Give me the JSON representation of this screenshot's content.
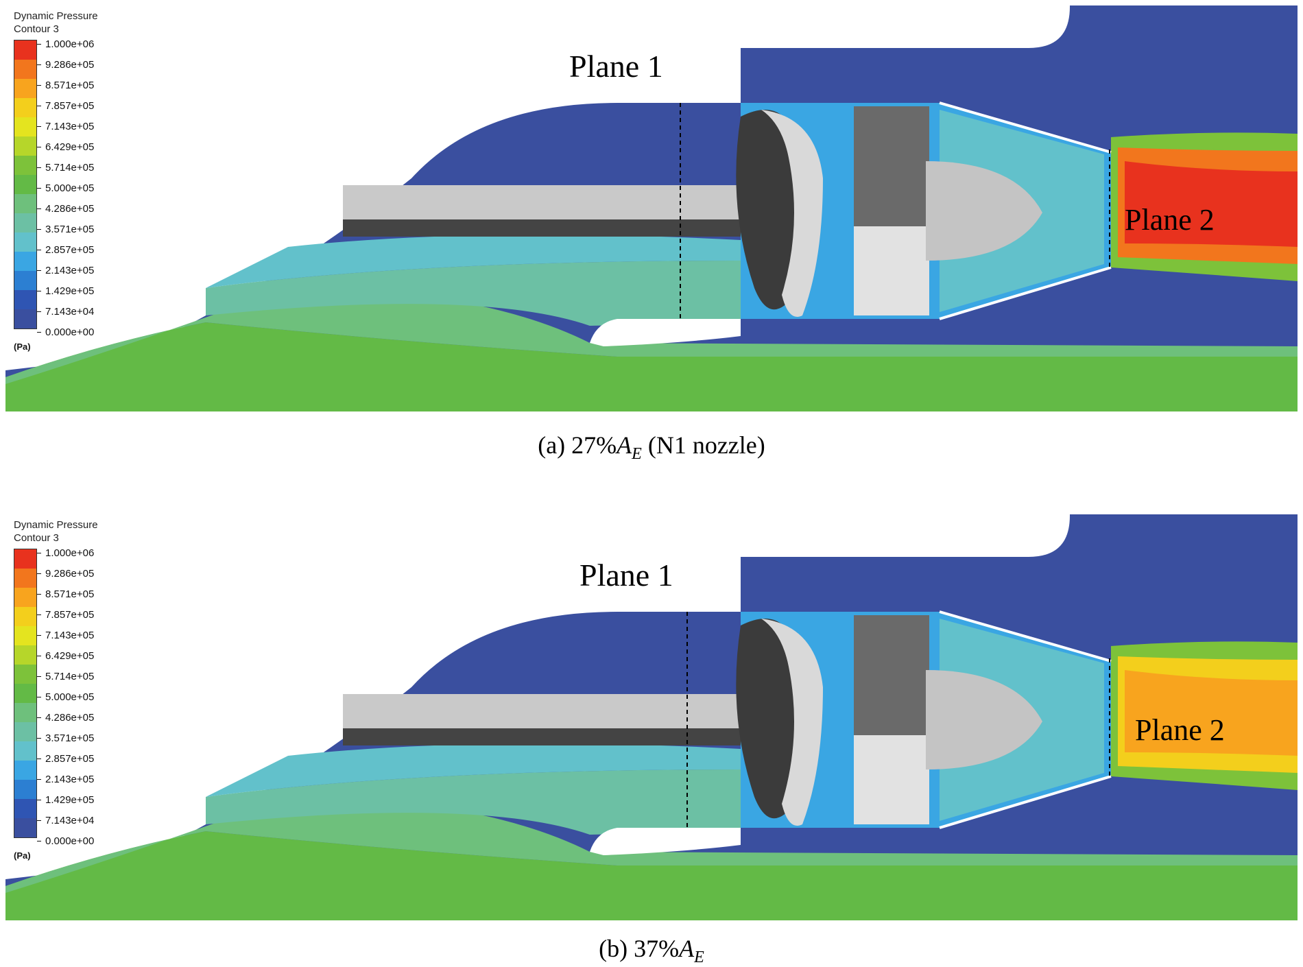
{
  "legend": {
    "title_line1": "Dynamic Pressure",
    "title_line2": "Contour 3",
    "unit": "(Pa)",
    "ticks": [
      "1.000e+06",
      "9.286e+05",
      "8.571e+05",
      "7.857e+05",
      "7.143e+05",
      "6.429e+05",
      "5.714e+05",
      "5.000e+05",
      "4.286e+05",
      "3.571e+05",
      "2.857e+05",
      "2.143e+05",
      "1.429e+05",
      "7.143e+04",
      "0.000e+00"
    ],
    "colors": [
      "#e8321e",
      "#f2761d",
      "#f8a41e",
      "#f3cf1c",
      "#e4e41f",
      "#b6d62a",
      "#7dc23a",
      "#63ba46",
      "#6ec07c",
      "#6cc0a4",
      "#62c1cb",
      "#3aa6e3",
      "#2c7fd2",
      "#2f55b3",
      "#3a4f9f"
    ]
  },
  "panels": [
    {
      "plane1_label": "Plane 1",
      "plane2_label": "Plane 2",
      "caption_prefix": "(a) 27%",
      "caption_var": "A",
      "caption_sub": "E",
      "caption_suffix": " (N1 nozzle)",
      "jet_color": "#e8321e",
      "jet_mid_color": "#f2761d"
    },
    {
      "plane1_label": "Plane 1",
      "plane2_label": "Plane 2",
      "caption_prefix": "(b) 37%",
      "caption_var": "A",
      "caption_sub": "E",
      "caption_suffix": "",
      "jet_color": "#f8a41e",
      "jet_mid_color": "#f3cf1c"
    }
  ]
}
